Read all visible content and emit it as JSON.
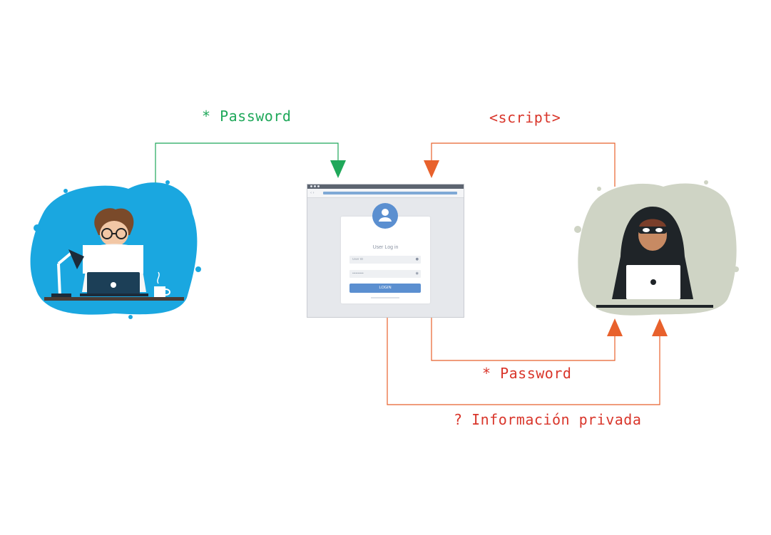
{
  "labels": {
    "user_password": "* Password",
    "script": "<script>",
    "hacker_password": "* Password",
    "private_info": "? Información privada"
  },
  "login_window": {
    "title": "User Log in",
    "user_field_placeholder": "User ID",
    "password_field_placeholder": "••••••••••",
    "login_button": "LOGIN",
    "nav_arrows": "‹ ›"
  },
  "colors": {
    "user_flow": "#1fa85a",
    "attack_flow": "#e8612c",
    "attack_text": "#d9362b",
    "user_blob": "#1aa7e0",
    "hacker_blob": "#cfd4c5",
    "login_accent": "#5b8fd0"
  },
  "icons": {
    "user": "person-at-laptop-illustration",
    "hacker": "hooded-hacker-illustration",
    "avatar": "user-avatar-icon"
  }
}
